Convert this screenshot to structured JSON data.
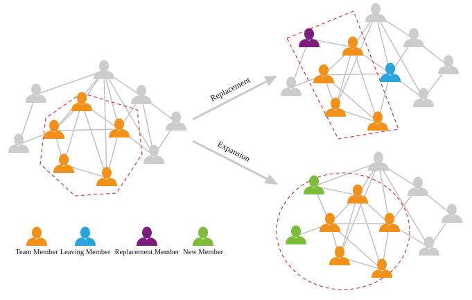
{
  "colors": {
    "team": "#f2911a",
    "leaving": "#2aa4dc",
    "replacement": "#7c1d7e",
    "new": "#7cbd3a",
    "background": "#cccccc"
  },
  "arrows": {
    "replacement_label": "Replacement",
    "expansion_label": "Expansion"
  },
  "legend": [
    {
      "label": "Team Member",
      "role": "team"
    },
    {
      "label": "Leaving Member",
      "role": "leaving"
    },
    {
      "label": "Replacement Member",
      "role": "replacement"
    },
    {
      "label": "New Member",
      "role": "new"
    }
  ]
}
